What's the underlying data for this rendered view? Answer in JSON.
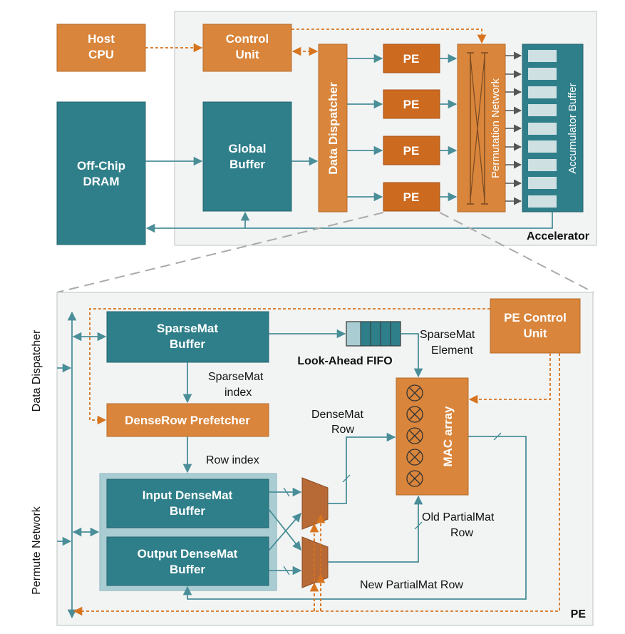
{
  "colors": {
    "orange": "#d9853b",
    "orange_dark": "#cc6a1f",
    "teal": "#2f7f8a",
    "teal_light": "#a9cdd3",
    "panel": "#f2f4f4",
    "arrow_teal": "#4a8e98",
    "arrow_orange": "#d7741f",
    "arrow_gray": "#555555"
  },
  "top": {
    "host_cpu": [
      "Host",
      "CPU"
    ],
    "control_unit": [
      "Control",
      "Unit"
    ],
    "off_chip_dram": [
      "Off-Chip",
      "DRAM"
    ],
    "global_buffer": [
      "Global",
      "Buffer"
    ],
    "data_dispatcher": "Data Dispatcher",
    "pe_label": "PE",
    "permutation_network": "Permutation Network",
    "accumulator_buffer": "Accumulator Buffer",
    "accelerator": "Accelerator"
  },
  "bottom": {
    "side_data_dispatcher": "Data Dispatcher",
    "side_permute_network": "Permute Network",
    "sparsemat_buffer": [
      "SparseMat",
      "Buffer"
    ],
    "look_ahead_fifo": "Look-Ahead FIFO",
    "pe_control_unit": [
      "PE Control",
      "Unit"
    ],
    "sparsemat_element": [
      "SparseMat",
      "Element"
    ],
    "sparsemat_index": [
      "SparseMat",
      "index"
    ],
    "denserow_prefetcher": "DenseRow Prefetcher",
    "densemat_row": [
      "DenseMat",
      "Row"
    ],
    "mac_array": "MAC array",
    "row_index": "Row index",
    "input_densemat_buffer": [
      "Input DenseMat",
      "Buffer"
    ],
    "output_densemat_buffer": [
      "Output DenseMat",
      "Buffer"
    ],
    "old_partialmat_row": [
      "Old PartialMat",
      "Row"
    ],
    "new_partialmat_row": "New PartialMat Row",
    "pe_panel": "PE"
  }
}
